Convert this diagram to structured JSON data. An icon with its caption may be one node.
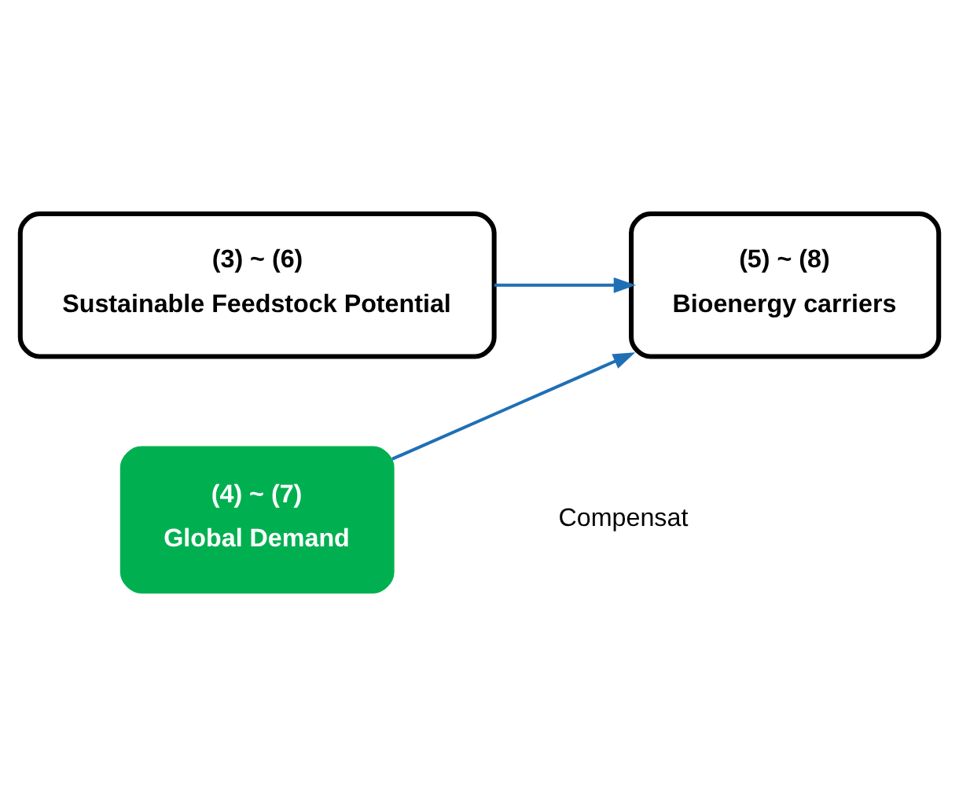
{
  "diagram": {
    "nodes": [
      {
        "text": [
          "(3) ~ (6)",
          "Sustainable Feedstock Potential"
        ]
      },
      {
        "text": [
          "(5) ~ (8)",
          "Bioenergy carriers"
        ]
      },
      {
        "text": [
          "(4) ~ (7)",
          "Global Demand"
        ]
      }
    ],
    "edges": [
      {
        "from": 0,
        "to": 1,
        "arrow": "to",
        "color": "#1f6fb5"
      },
      {
        "from": 2,
        "to": 1,
        "arrow": "to",
        "color": "#1f6fb5"
      }
    ],
    "labels": [
      "Compensat"
    ]
  }
}
